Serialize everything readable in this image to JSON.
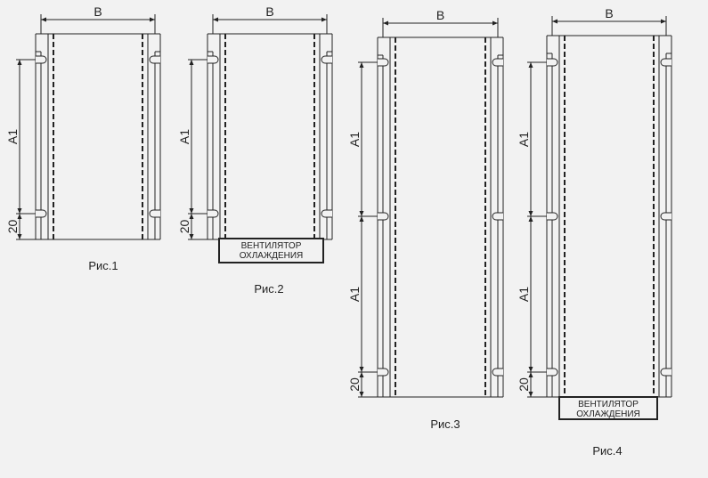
{
  "dimension_width_label": "B",
  "dimension_height_label": "A1",
  "dimension_bottom_label": "20",
  "fan_label_line1": "ВЕНТИЛЯТОР",
  "fan_label_line2": "ОХЛАЖДЕНИЯ",
  "figures": [
    {
      "caption": "Рис.1",
      "sections": 1,
      "fan": false
    },
    {
      "caption": "Рис.2",
      "sections": 1,
      "fan": true
    },
    {
      "caption": "Рис.3",
      "sections": 2,
      "fan": false
    },
    {
      "caption": "Рис.4",
      "sections": 2,
      "fan": true
    }
  ]
}
